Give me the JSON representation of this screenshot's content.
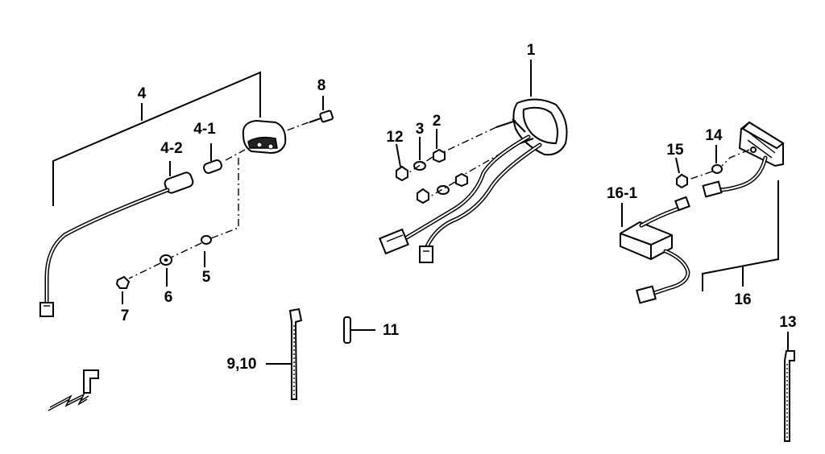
{
  "diagram": {
    "callouts": {
      "c1": "1",
      "c2": "2",
      "c3": "3",
      "c4": "4",
      "c4_1": "4-1",
      "c4_2": "4-2",
      "c5": "5",
      "c6": "6",
      "c7": "7",
      "c8": "8",
      "c9_10": "9,10",
      "c11": "11",
      "c12": "12",
      "c13": "13",
      "c14": "14",
      "c15": "15",
      "c16": "16",
      "c16_1": "16-1"
    }
  }
}
